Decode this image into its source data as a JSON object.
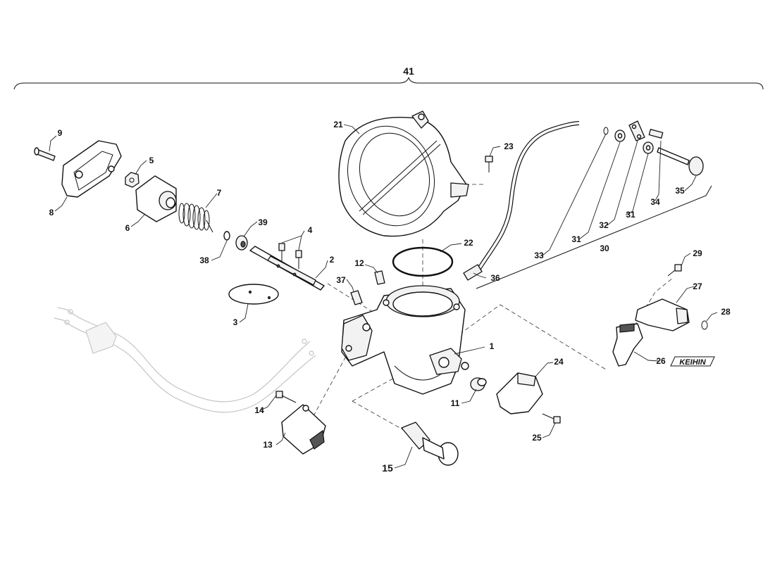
{
  "labels": {
    "p1": "1",
    "p2": "2",
    "p3": "3",
    "p4": "4",
    "p5": "5",
    "p6": "6",
    "p7": "7",
    "p8": "8",
    "p9": "9",
    "p11": "11",
    "p12": "12",
    "p13": "13",
    "p14": "14",
    "p15": "15",
    "p21": "21",
    "p22": "22",
    "p23": "23",
    "p24": "24",
    "p25": "25",
    "p26": "26",
    "p27": "27",
    "p28": "28",
    "p29": "29",
    "p30": "30",
    "p31a": "31",
    "p31b": "31",
    "p32": "32",
    "p33": "33",
    "p34": "34",
    "p35": "35",
    "p36": "36",
    "p37": "37",
    "p38": "38",
    "p39": "39",
    "p41": "41"
  },
  "brand_logo": "KEIHIN"
}
